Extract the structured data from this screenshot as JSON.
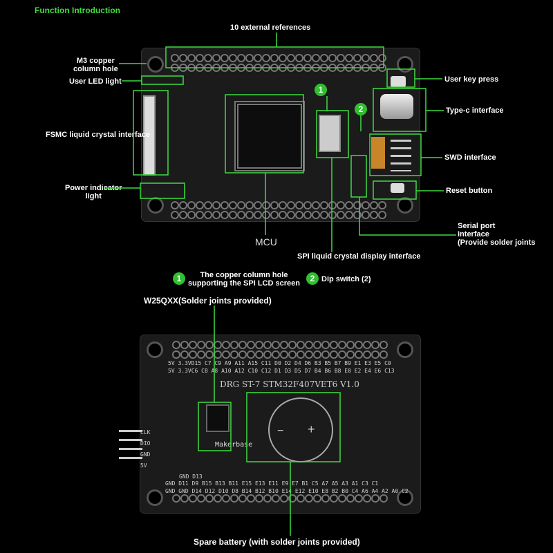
{
  "title": "Function Introduction",
  "top_labels": {
    "external_refs": "10 external references",
    "copper_hole": "M3 copper\ncolumn hole",
    "user_led": "User LED light",
    "fsmc": "FSMC liquid crystal interface",
    "power_led": "Power indicator\nlight",
    "user_key": "User key press",
    "typec": "Type-c interface",
    "swd": "SWD interface",
    "reset": "Reset button",
    "serial": "Serial port\ninterface\n(Provide solder joints",
    "mcu": "MCU",
    "spi_lcd": "SPI liquid crystal display interface"
  },
  "legend": [
    {
      "num": "1",
      "text": "The copper column hole\nsupporting the SPI LCD screen"
    },
    {
      "num": "2",
      "text": "Dip switch (2)"
    }
  ],
  "bottom_labels": {
    "w25q": "W25QXX(Solder joints provided)",
    "battery": "Spare battery (with solder joints provided)",
    "board_name": "DRG ST-7 STM32F407VET6 V1.0",
    "brand": "Makerbase",
    "swd_pins": [
      "CLK",
      "DIO",
      "GND",
      "5V"
    ],
    "top_row1": "5V 3.3VD15 C7 C9 A9 A11 A15 C11 D0 D2 D4 D6 B3 B5 B7 B9 E1 E3 E5 C0",
    "top_row2": "5V 3.3VC6 C8 A8 A10 A12 C10 C12 D1 D3 D5 D7 B4 B6 B8 E0 E2 E4 E6 C13",
    "bot_row1": "GND  D11 D9 B15 B13 B11 E15 E13 E11 E9 E7 B1 C5 A7 A5 A3 A1 C3 C1",
    "bot_row2": "GND GND D14 D12 D10 D8 B14 B12 B10 E14 E12 E10 E8 B2 B0 C4 A6 A4 A2 A0 C2",
    "gnd_d13": "GND D13"
  },
  "colors": {
    "accent": "#3fdc3f",
    "board": "#1b1b1b"
  }
}
